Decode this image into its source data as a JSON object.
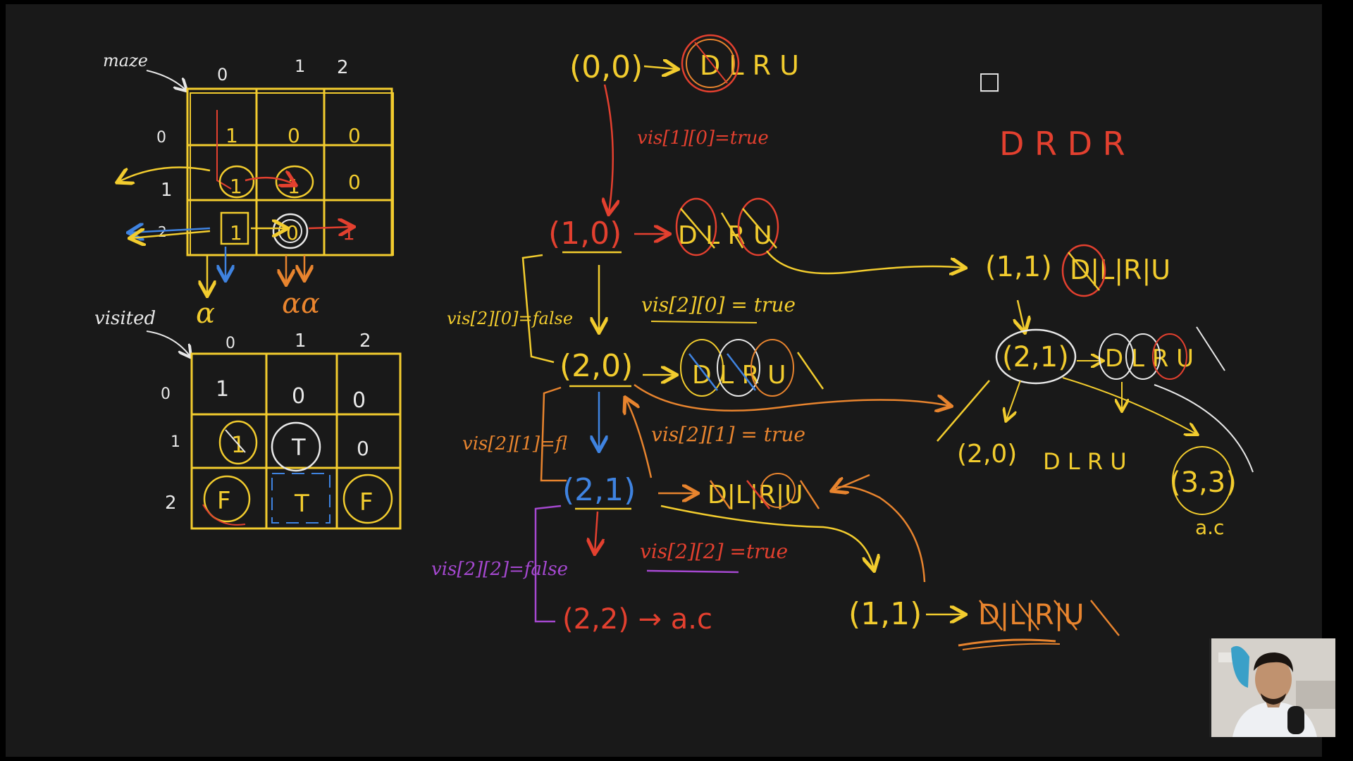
{
  "maze": {
    "label": "maze",
    "col_headers": [
      "0",
      "1",
      "2"
    ],
    "row_headers": [
      "0",
      "1",
      "2"
    ],
    "cells": [
      [
        "1",
        "0",
        "0"
      ],
      [
        "1",
        "1",
        "0"
      ],
      [
        "1",
        "0",
        "1"
      ]
    ],
    "dead_ends": [
      "α",
      "αα"
    ]
  },
  "visited": {
    "label": "visited",
    "col_headers": [
      "0",
      "1",
      "2"
    ],
    "row_headers": [
      "0",
      "1",
      "2"
    ],
    "cells": [
      [
        "1",
        "0",
        "0"
      ],
      [
        "1",
        "T",
        "0"
      ],
      [
        "F",
        "T",
        "F"
      ]
    ]
  },
  "tree": {
    "n00": "(0,0)",
    "n00_dirs": "D  L   R  U",
    "n10": "(1,0)",
    "n10_dirs": "D L R U",
    "n20": "(2,0)",
    "n20_dirs": "D L R U",
    "n21": "(2,1)",
    "n21_dirs": "D|L|R|U",
    "n22": "(2,2) → a.c",
    "n11_left": "(1,1)",
    "n11_left_dirs": "D|L|R|U",
    "n11_right": "(1,1)",
    "n11_right_dirs": "D|L|R|U",
    "n21_right": "(2,1)",
    "n21_right_dirs": "D L R U",
    "n20_right": "(2,0)",
    "n20_right_dirs": "D L R U",
    "n33": "(3,3)",
    "n33_note": "a.c"
  },
  "notes": {
    "vis10": "vis[1][0]=true",
    "vis20": "vis[2][0] = true",
    "vis20_false": "vis[2][0]=false",
    "vis21": "vis[2][1] = true",
    "vis21_false": "vis[2][1]=fl",
    "vis22": "vis[2][2] =true",
    "vis22_false": "vis[2][2]=false",
    "path": "D R D R"
  },
  "colors": {
    "board": "#191919",
    "yellow": "#f2cc2e",
    "red": "#e3402f",
    "orange": "#e8842e",
    "blue": "#3f83e0",
    "purple": "#a548d0",
    "white": "#e8e8e8"
  }
}
